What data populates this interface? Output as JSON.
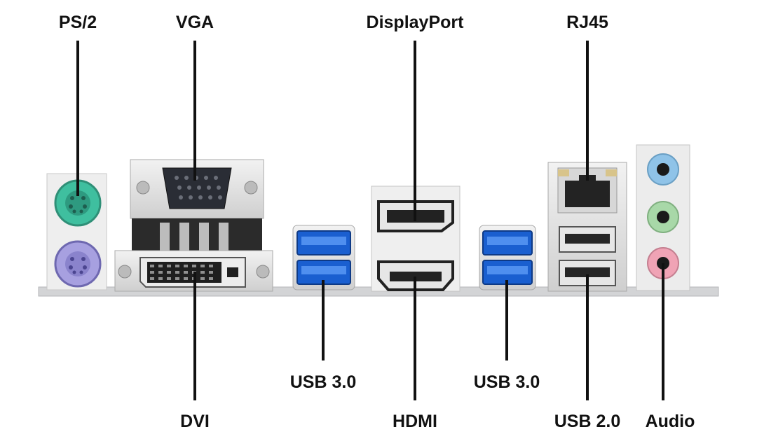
{
  "labels": {
    "ps2": "PS/2",
    "vga": "VGA",
    "displayport": "DisplayPort",
    "rj45": "RJ45",
    "usb30_left": "USB 3.0",
    "usb30_right": "USB 3.0",
    "dvi": "DVI",
    "hdmi": "HDMI",
    "usb20": "USB 2.0",
    "audio": "Audio"
  },
  "colors": {
    "ps2_keyboard": "#3fbf9f",
    "ps2_mouse": "#a7a0e0",
    "usb3_blue": "#1a5fd0",
    "audio_line_in": "#8fc3e8",
    "audio_line_out": "#a8d8a8",
    "audio_mic": "#f0a3b5",
    "leader_line": "#111111",
    "panel": "#d9dadb"
  }
}
